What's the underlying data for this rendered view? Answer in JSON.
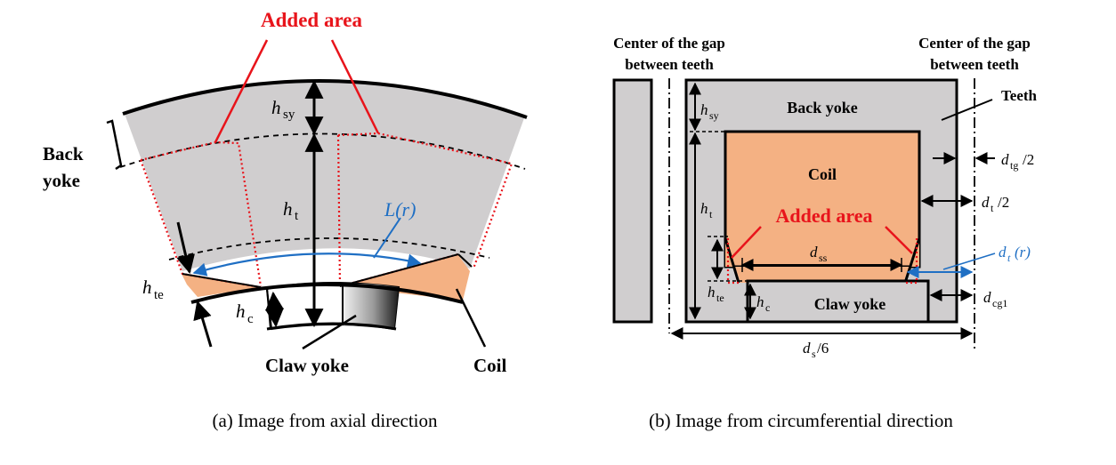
{
  "panel_a": {
    "added_area": "Added area",
    "back_yoke_line1": "Back",
    "back_yoke_line2": "yoke",
    "h_sy": "h",
    "h_sy_sub": "sy",
    "h_t": "h",
    "h_t_sub": "t",
    "L_r": "L(r)",
    "h_te": "h",
    "h_te_sub": "te",
    "h_c": "h",
    "h_c_sub": "c",
    "claw_yoke": "Claw yoke",
    "coil": "Coil",
    "caption": "(a) Image from axial direction"
  },
  "panel_b": {
    "center_gap_left_1": "Center of the gap",
    "center_gap_left_2": "between teeth",
    "center_gap_right_1": "Center of the gap",
    "center_gap_right_2": "between teeth",
    "back_yoke": "Back yoke",
    "teeth": "Teeth",
    "coil": "Coil",
    "added_area": "Added area",
    "claw_yoke": "Claw yoke",
    "h_sy": "h",
    "h_sy_sub": "sy",
    "h_t": "h",
    "h_t_sub": "t",
    "h_te": "h",
    "h_te_sub": "te",
    "h_c": "h",
    "h_c_sub": "c",
    "d_ss": "d",
    "d_ss_sub": "ss",
    "d_tg": "d",
    "d_tg_sub": "tg",
    "d_tg_tail": "/2",
    "d_t": "d",
    "d_t_sub": "t",
    "d_t_tail": "/2",
    "d_t_r": "d",
    "d_t_r_sub": "t",
    "d_t_r_tail": "(r)",
    "d_cg1": "d",
    "d_cg1_sub": "cg1",
    "d_s": "d",
    "d_s_sub": "s",
    "d_s_tail": "/6",
    "caption": "(b) Image from circumferential direction"
  },
  "colors": {
    "gray": "#d0cecf",
    "coil": "#f4b183",
    "red": "#e8141b",
    "blue": "#1f6fc4"
  }
}
